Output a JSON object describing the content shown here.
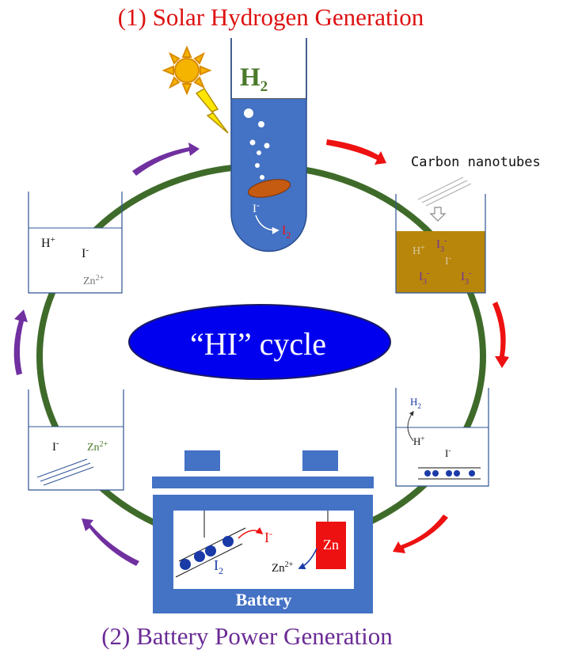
{
  "diagram": {
    "title": "(1) Solar Hydrogen Generation",
    "footer": "(2) Battery Power Generation",
    "cycle_label": "“HI” cycle",
    "colors": {
      "title": "#dd1111",
      "footer": "#6a2b95",
      "ring": "#3f6b2a",
      "tube_fill": "#4472c4",
      "iodine_fill": "#b8860b",
      "ellipse_fill": "#0000ee",
      "red_arrow": "#ee1111",
      "purple_arrow": "#7030a0",
      "battery_fill": "#4472c4"
    }
  },
  "test_tube": {
    "gas_label": "H",
    "gas_sub": "2",
    "ion_from": "I",
    "ion_from_sup": "-",
    "ion_to": "I",
    "ion_to_sub": "2"
  },
  "beaker_top_left": {
    "ion1": "H",
    "ion1_sup": "+",
    "ion2": "I",
    "ion2_sup": "-",
    "ion3": "Zn",
    "ion3_sup": "2+"
  },
  "beaker_top_right": {
    "label": "Carbon nanotubes",
    "ion_h": "H",
    "ion_h_sup": "+",
    "ion_i3": "I",
    "ion_i3_sub": "3",
    "ion_i3_sup": "-",
    "ion_i": "I",
    "ion_i_sup": "-"
  },
  "beaker_mid_right": {
    "gas": "H",
    "gas_sub": "2",
    "ion_h": "H",
    "ion_h_sup": "+",
    "ion_i": "I",
    "ion_i_sup": "-"
  },
  "beaker_mid_left": {
    "ion_i": "I",
    "ion_i_sup": "-",
    "ion_zn": "Zn",
    "ion_zn_sup": "2+"
  },
  "battery": {
    "label": "Battery",
    "zn_label": "Zn",
    "ion_i": "I",
    "ion_i_sup": "-",
    "i2": "I",
    "i2_sub": "2",
    "zn_ion": "Zn",
    "zn_ion_sup": "2+"
  }
}
